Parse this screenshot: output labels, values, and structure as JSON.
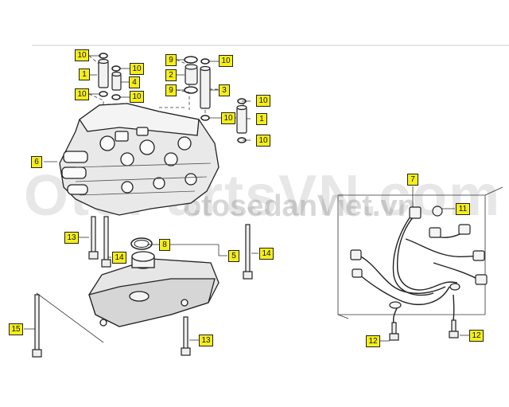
{
  "watermark": {
    "main": "OtoPartsVN.com",
    "sub": "otosedanViet.vn"
  },
  "callouts": [
    {
      "id": "c1",
      "label": "10"
    },
    {
      "id": "c2",
      "label": "10"
    },
    {
      "id": "c3",
      "label": "1"
    },
    {
      "id": "c4",
      "label": "4"
    },
    {
      "id": "c5",
      "label": "10"
    },
    {
      "id": "c6",
      "label": "10"
    },
    {
      "id": "c7",
      "label": "9"
    },
    {
      "id": "c8",
      "label": "10"
    },
    {
      "id": "c9",
      "label": "2"
    },
    {
      "id": "c10",
      "label": "9"
    },
    {
      "id": "c11",
      "label": "3"
    },
    {
      "id": "c12",
      "label": "10"
    },
    {
      "id": "c13",
      "label": "10"
    },
    {
      "id": "c14",
      "label": "1"
    },
    {
      "id": "c15",
      "label": "10"
    },
    {
      "id": "c16",
      "label": "6"
    },
    {
      "id": "c17",
      "label": "13"
    },
    {
      "id": "c18",
      "label": "14"
    },
    {
      "id": "c19",
      "label": "8"
    },
    {
      "id": "c20",
      "label": "5"
    },
    {
      "id": "c21",
      "label": "14"
    },
    {
      "id": "c22",
      "label": "15"
    },
    {
      "id": "c23",
      "label": "13"
    },
    {
      "id": "c24",
      "label": "7"
    },
    {
      "id": "c25",
      "label": "11"
    },
    {
      "id": "c26",
      "label": "12"
    },
    {
      "id": "c27",
      "label": "12"
    }
  ]
}
